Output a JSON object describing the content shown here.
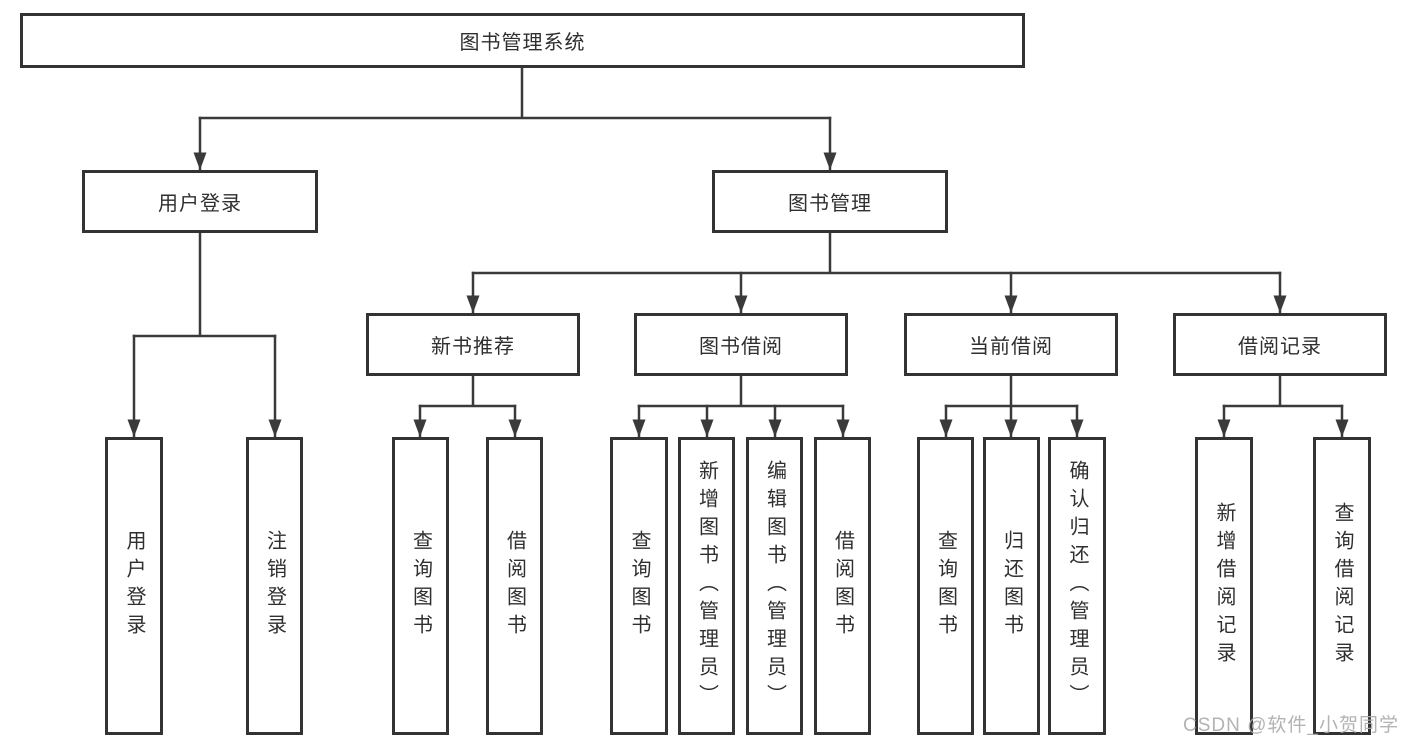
{
  "tree": {
    "root": "图书管理系统",
    "branches": [
      {
        "label": "用户登录",
        "leaves": [
          "用户登录",
          "注销登录"
        ]
      },
      {
        "label": "图书管理",
        "sections": [
          {
            "label": "新书推荐",
            "leaves": [
              "查询图书",
              "借阅图书"
            ]
          },
          {
            "label": "图书借阅",
            "leaves": [
              "查询图书",
              "新增图书（管理员）",
              "编辑图书（管理员）",
              "借阅图书"
            ]
          },
          {
            "label": "当前借阅",
            "leaves": [
              "查询图书",
              "归还图书",
              "确认归还（管理员）"
            ]
          },
          {
            "label": "借阅记录",
            "leaves": [
              "新增借阅记录",
              "查询借阅记录"
            ]
          }
        ]
      }
    ]
  },
  "watermark": "CSDN @软件_小贺同学",
  "colors": {
    "line": "#3a3a3a",
    "box_border": "#333333",
    "text": "#2f2f2f",
    "background": "#ffffff",
    "watermark": "#acacac"
  }
}
